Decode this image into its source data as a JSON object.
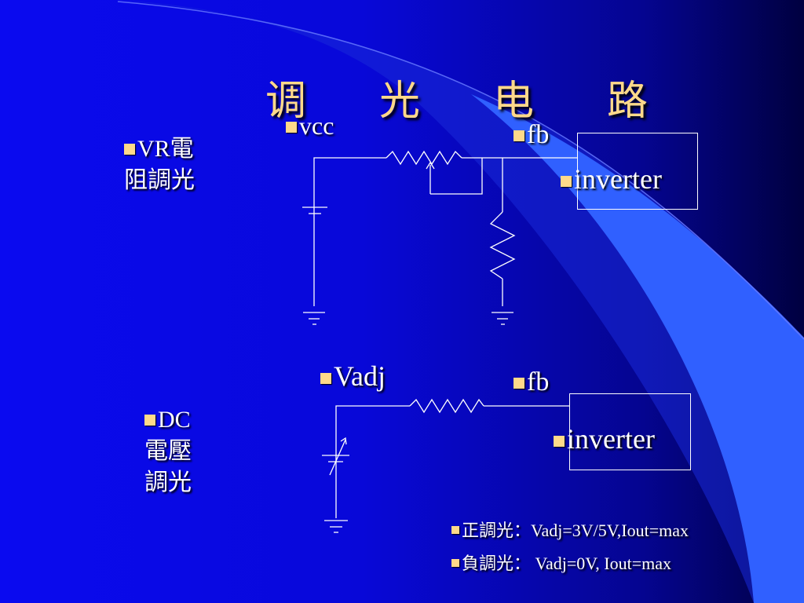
{
  "title": "调 光 电 路",
  "section_vr": {
    "label_line1": "VR電",
    "label_line2": "阻調光",
    "vcc": "vcc",
    "fb": "fb",
    "inverter": "inverter"
  },
  "section_dc": {
    "label_line1": "DC",
    "label_line2": "電壓",
    "label_line3": "調光",
    "vadj": "Vadj",
    "fb": "fb",
    "inverter": "inverter"
  },
  "notes": [
    "正調光：Vadj=3V/5V,Iout=max",
    "負調光： Vadj=0V, Iout=max"
  ],
  "colors": {
    "bullet": "#ffd98a",
    "title": "#ffd98a",
    "wire": "#ffffff",
    "accent_shape": "#3060ff"
  }
}
